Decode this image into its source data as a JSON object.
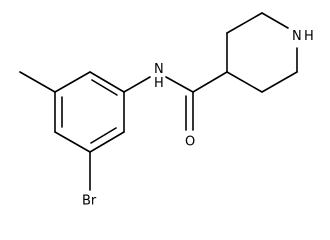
{
  "molecule": {
    "atoms": {
      "amide_nitrogen": "N\nH",
      "oxygen": "O",
      "ring_nitrogen": "N\nH",
      "bromine": "Br"
    }
  },
  "colors": {
    "bond": "#000000",
    "label": "#000000",
    "background": "#ffffff"
  }
}
